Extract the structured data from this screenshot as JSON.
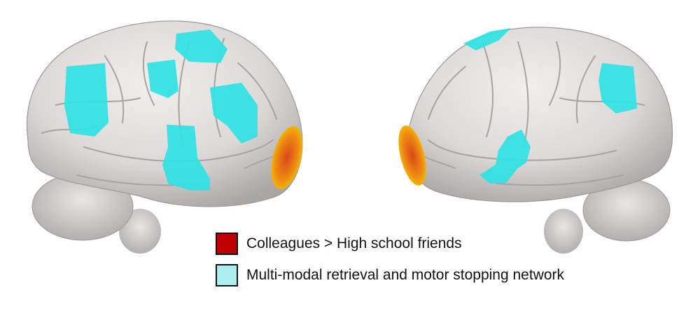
{
  "figure": {
    "views": [
      {
        "name": "left-hemisphere-lateral-view"
      },
      {
        "name": "right-hemisphere-lateral-view"
      }
    ],
    "legend": [
      {
        "label": "Colleagues > High school friends",
        "color": "#c00000"
      },
      {
        "label": "Multi-modal retrieval and motor stopping network",
        "color": "#aaf0f0"
      }
    ],
    "colors": {
      "cortex": "#dcd8d6",
      "cortex_shade": "#a9a5a3",
      "network": "#2fe3e3",
      "contrast_core": "#e05a10",
      "contrast_edge": "#f0b400"
    }
  }
}
